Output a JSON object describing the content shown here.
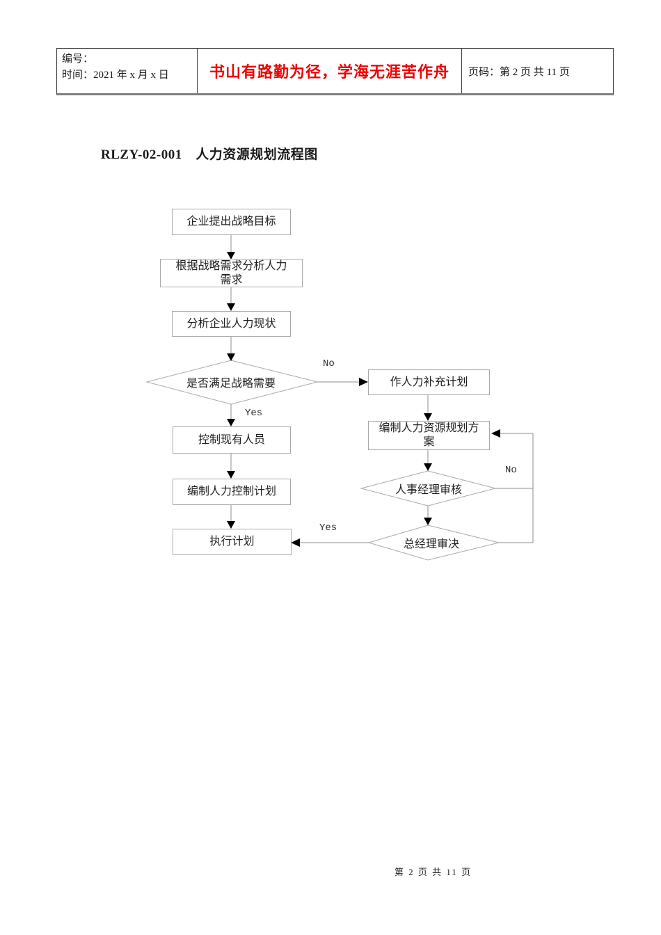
{
  "header": {
    "number_label": "编号：",
    "time_label": "时间：2021 年 x 月 x 日",
    "motto": "书山有路勤为径，学海无涯苦作舟",
    "page_label": "页码：第 2 页  共 11 页"
  },
  "title": "RLZY-02-001　人力资源规划流程图",
  "flowchart": {
    "nodes": {
      "n1": "企业提出战略目标",
      "n2": "根据战略需求分析人力需求",
      "n3": "分析企业人力现状",
      "d1": "是否满足战略需要",
      "n4": "控制现有人员",
      "n5": "编制人力控制计划",
      "n6": "执行计划",
      "n7": "作人力补充计划",
      "n8": "编制人力资源规划方案",
      "d2": "人事经理审核",
      "d3": "总经理审决"
    },
    "labels": {
      "strategy_no": "No",
      "strategy_yes": "Yes",
      "review_no": "No",
      "approve_yes": "Yes"
    },
    "colors": {
      "shape_border": "#a8a8a8",
      "line": "#8c8c8c",
      "arrow": "#000000"
    }
  },
  "colors": {
    "motto_red": "#ee0000",
    "header_rule": "#7f7f7f"
  },
  "footer": {
    "page_text": "第 2 页 共 11 页"
  }
}
